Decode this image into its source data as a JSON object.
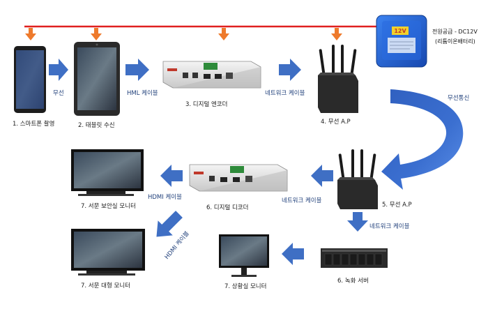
{
  "devices": {
    "smartphone": "1. 스마트폰 촬영",
    "tablet": "2. 태블릿 수신",
    "encoder": "3. 디지털 엔코더",
    "ap1": "4. 무선 A.P",
    "ap2": "5. 무선 A.P",
    "decoder": "6. 디지털 디코더",
    "nvr": "6. 녹화 서버",
    "monitor_security": "7. 서문 보안실 모니터",
    "monitor_large": "7. 서문 대형 모니터",
    "monitor_control": "7. 상황실 모니터"
  },
  "links": {
    "wireless": "무선",
    "hml_cable": "HML 케이블",
    "network_cable_1": "네트워크 케이블",
    "wireless_comm": "무선통신",
    "network_cable_2": "네트워크 케이블",
    "network_cable_3": "네트워크 케이블",
    "hdmi_cable_1": "HDMI 케이블",
    "hdmi_cable_2": "HDMI 케이블"
  },
  "battery": {
    "label_line1": "전원공급 - DC12V",
    "label_line2": "(리튬이온배터리)",
    "badge": "12V"
  },
  "colors": {
    "arrow_blue": "#3f6fc4",
    "power_line": "#e02020",
    "power_arrow": "#ee7a2c",
    "battery_blue": "#1f5fcf",
    "badge_yellow": "#f2d12a"
  }
}
